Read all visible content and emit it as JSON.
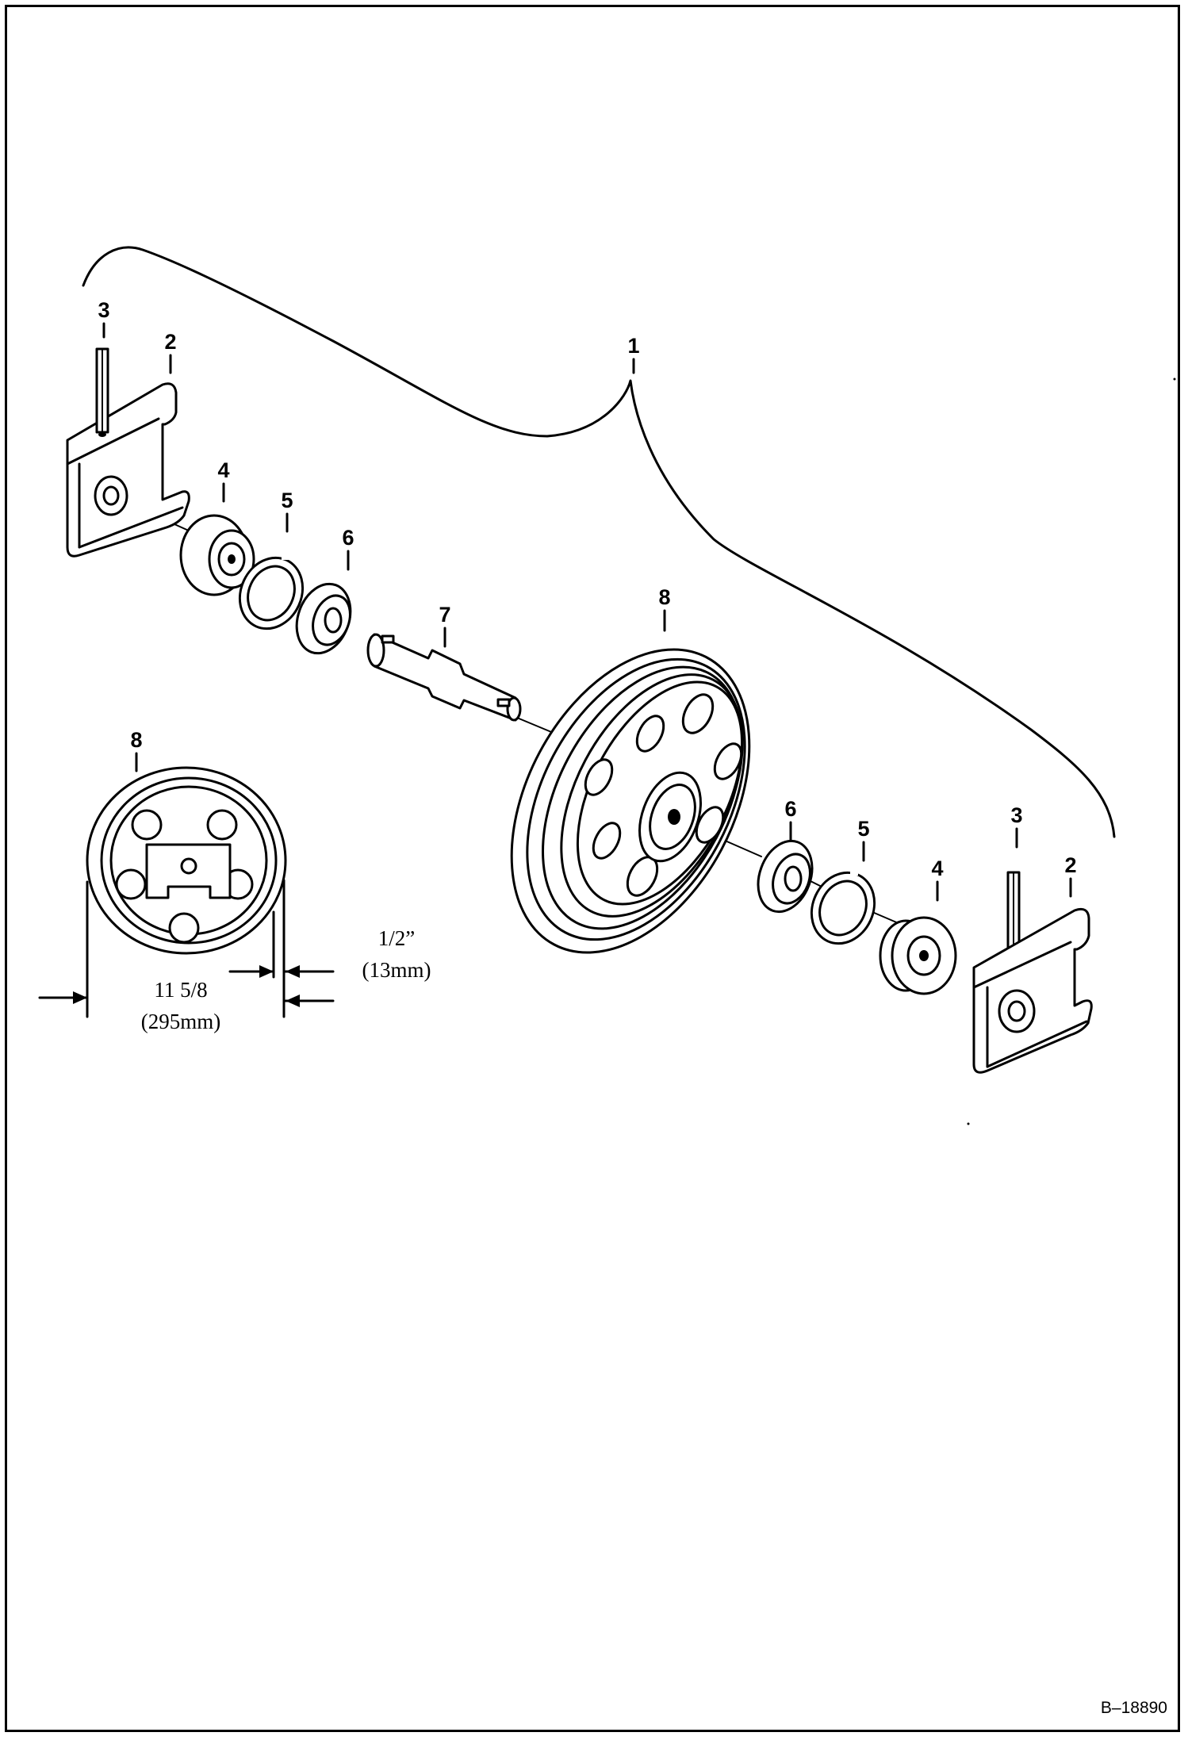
{
  "callouts": {
    "assembly": "1",
    "block_left": "2",
    "pin_left": "3",
    "seal_left": "4",
    "ring_left": "5",
    "bearing_left": "6",
    "shaft": "7",
    "idler": "8",
    "bearing_right": "6",
    "ring_right": "5",
    "seal_right": "4",
    "pin_right": "3",
    "block_right": "2",
    "idler_detail": "8"
  },
  "dimensions": {
    "diameter_in": "11 5/8",
    "diameter_mm": "(295mm)",
    "flange_in": "1/2”",
    "flange_mm": "(13mm)"
  },
  "reference": "B–18890"
}
